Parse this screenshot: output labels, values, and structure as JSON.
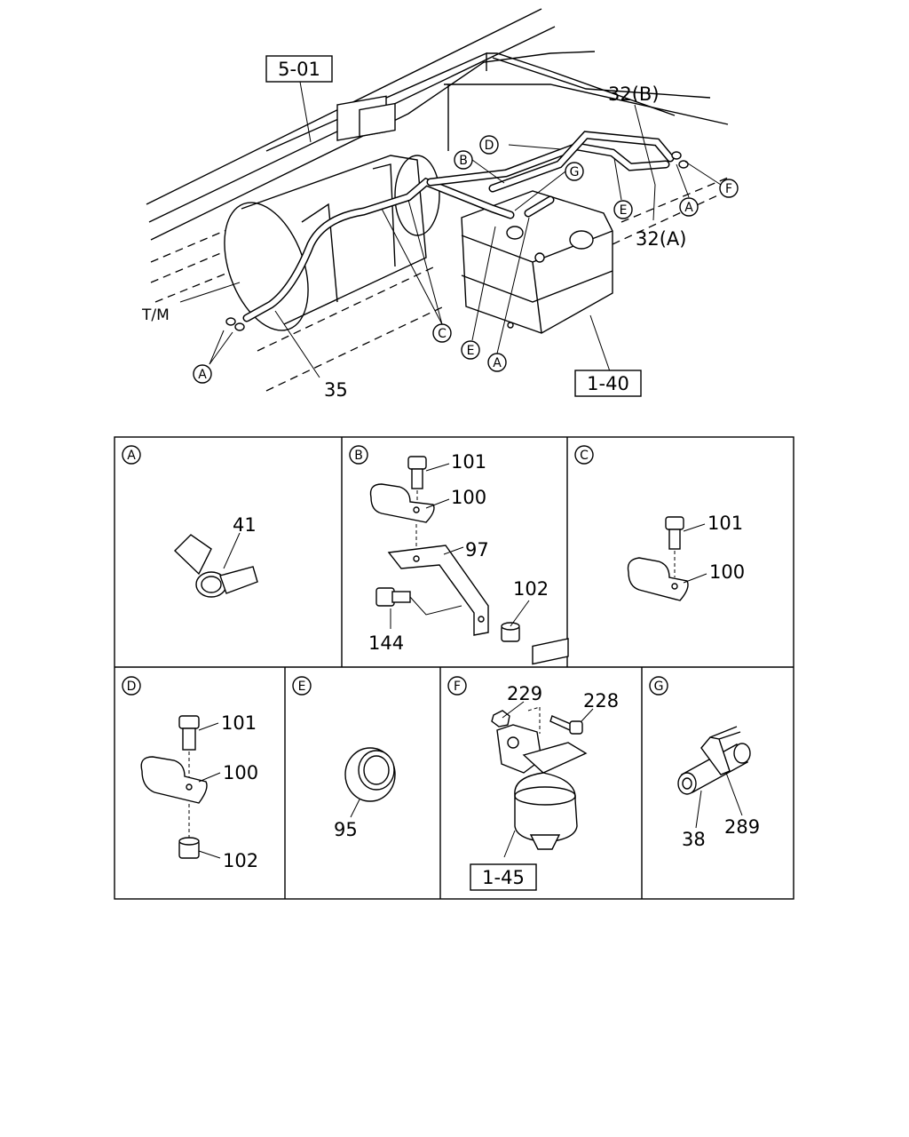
{
  "overview": {
    "ref_frame": "5-01",
    "ref_tank": "1-40",
    "transmission": "T/M",
    "pipe_main": "35",
    "pipe_32b": "32(B)",
    "pipe_32a": "32(A)",
    "callouts": {
      "a_left": "A",
      "a_right": "A",
      "a_center": "A",
      "b": "B",
      "c": "C",
      "d": "D",
      "e_left": "E",
      "e_right": "E",
      "f": "F",
      "g": "G"
    }
  },
  "details": {
    "A": {
      "label": "A",
      "p41": "41"
    },
    "B": {
      "label": "B",
      "p101": "101",
      "p100": "100",
      "p97": "97",
      "p102": "102",
      "p144": "144"
    },
    "C": {
      "label": "C",
      "p101": "101",
      "p100": "100"
    },
    "D": {
      "label": "D",
      "p101": "101",
      "p100": "100",
      "p102": "102"
    },
    "E": {
      "label": "E",
      "p95": "95"
    },
    "F": {
      "label": "F",
      "p229": "229",
      "p228": "228",
      "ref": "1-45"
    },
    "G": {
      "label": "G",
      "p38": "38",
      "p289": "289"
    }
  }
}
